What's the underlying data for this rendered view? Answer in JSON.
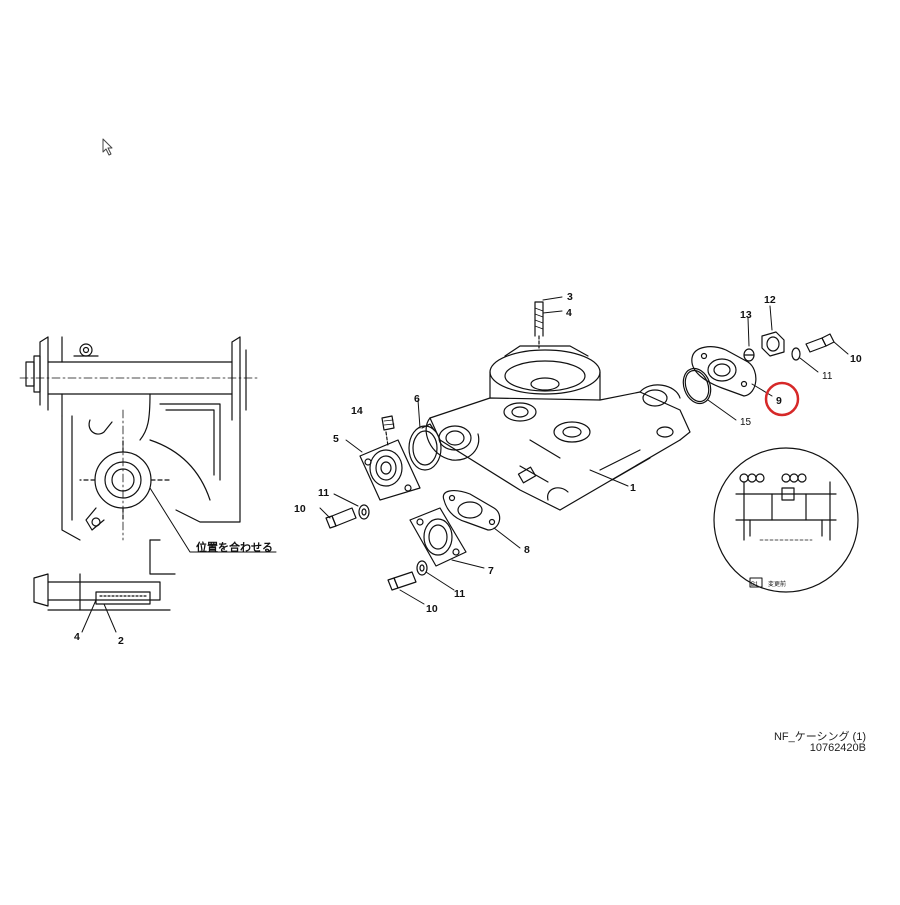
{
  "callouts": {
    "c1": "1",
    "c2": "2",
    "c3": "3",
    "c4": "4",
    "c4b": "4",
    "c5": "5",
    "c6": "6",
    "c7": "7",
    "c8": "8",
    "c9": "9",
    "c10a": "10",
    "c10b": "10",
    "c10c": "10",
    "c11a": "11",
    "c11b": "11",
    "c11c": "11",
    "c12": "12",
    "c13": "13",
    "c14": "14",
    "c15": "15"
  },
  "note": {
    "align": "位置を合わせる"
  },
  "inset": {
    "tag": "B1",
    "caption": "変更前"
  },
  "caption": {
    "title": "NF_ケーシング (1)",
    "code": "10762420B"
  },
  "highlight": {
    "color": "#d62828",
    "target": "9"
  },
  "icons": {
    "cursor": "mouse-pointer-icon"
  }
}
